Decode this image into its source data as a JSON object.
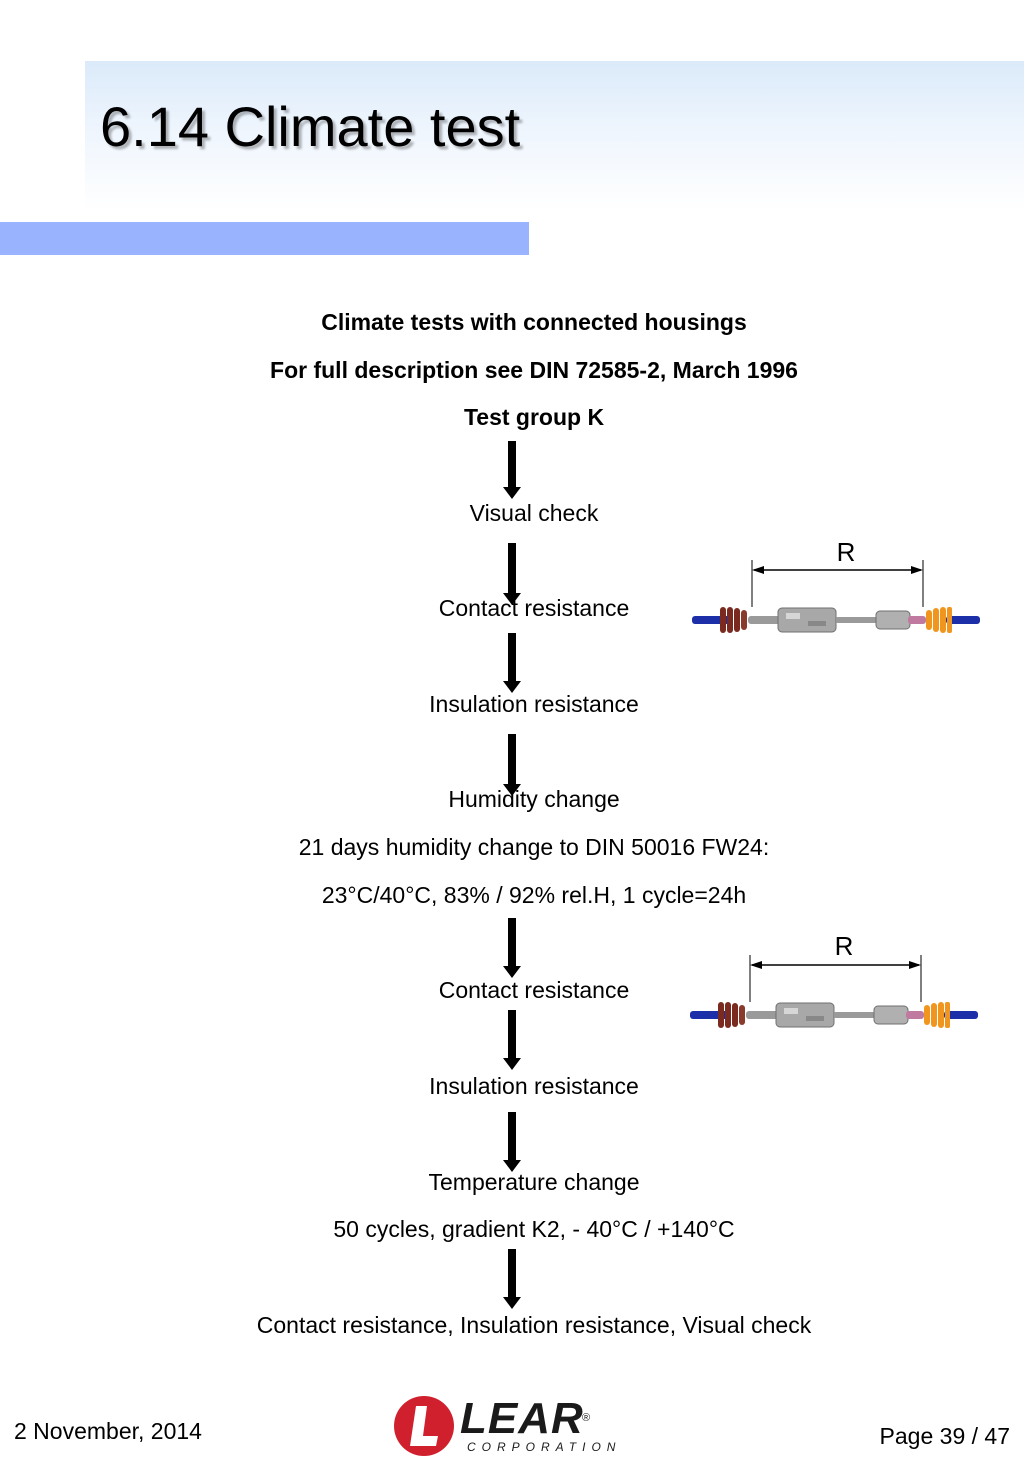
{
  "slide": {
    "title": "6.14 Climate test"
  },
  "intro": {
    "heading": "Climate tests with connected housings",
    "reference": "For full description see DIN 72585-2, March 1996",
    "group": "Test group K"
  },
  "steps": {
    "s1": "Visual check",
    "s2": "Contact resistance",
    "s3": "Insulation resistance",
    "s4": "Humidity change",
    "s4_detail1": "21 days humidity change to DIN 50016 FW24:",
    "s4_detail2": "23°C/40°C, 83% / 92% rel.H, 1 cycle=24h",
    "s5": "Contact resistance",
    "s6": "Insulation resistance",
    "s7": "Temperature change",
    "s7_detail": "50 cycles, gradient K2, - 40°C / +140°C",
    "s8": "Contact resistance, Insulation resistance, Visual check"
  },
  "illustrations": {
    "r_label_top": "R",
    "r_label_bottom": "R"
  },
  "footer": {
    "date": "2 November, 2014",
    "page": "Page 39 / 47",
    "logo_name": "LEAR",
    "logo_sub": "CORPORATION"
  },
  "colors": {
    "accent_bar": "#99b3ff",
    "logo_red": "#d0202e",
    "wire_blue": "#1c2fa8",
    "seal_brown": "#7a2a1e",
    "seal_orange": "#f0961e"
  }
}
